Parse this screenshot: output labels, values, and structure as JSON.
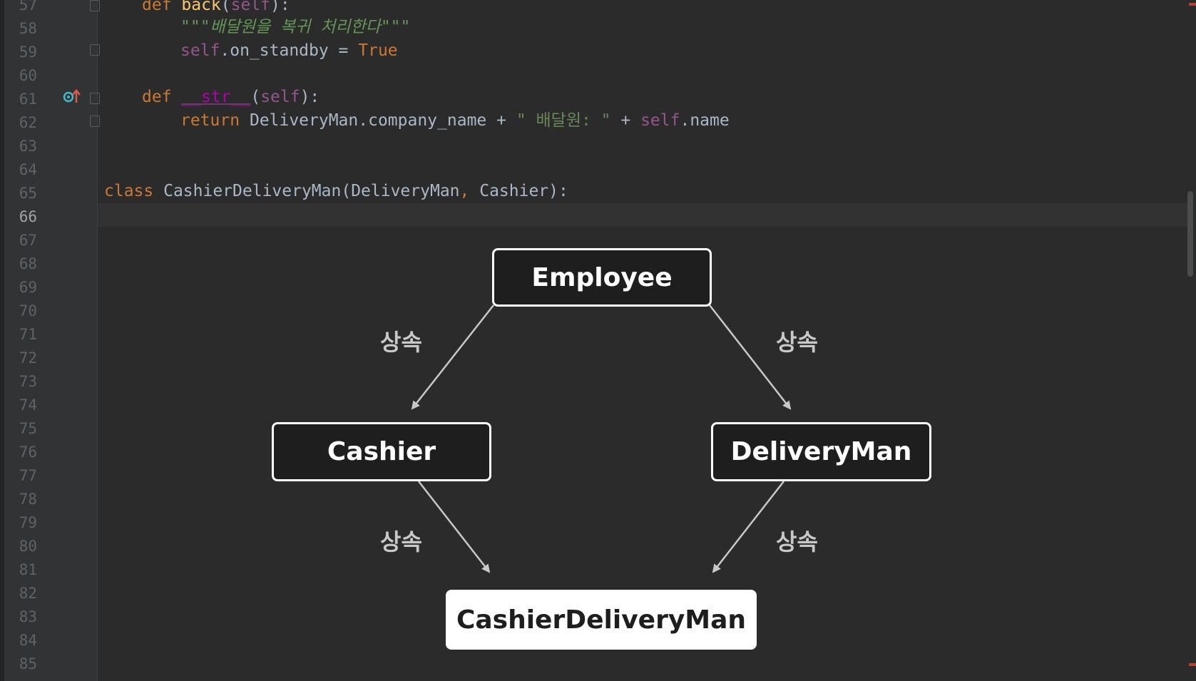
{
  "gutter": {
    "line_numbers": [
      "57",
      "58",
      "59",
      "60",
      "61",
      "62",
      "63",
      "64",
      "65",
      "66",
      "67",
      "68",
      "69",
      "70",
      "71",
      "72",
      "73",
      "74",
      "75",
      "76",
      "77",
      "78",
      "79",
      "80",
      "81",
      "82",
      "83",
      "84",
      "85"
    ],
    "current_line": "66"
  },
  "code": {
    "l57": {
      "kw": "def ",
      "fn": "back",
      "paren_open": "(",
      "self": "self",
      "paren_close": "):"
    },
    "l58": {
      "doc": "\"\"\"배달원을 복귀 처리한다\"\"\""
    },
    "l59": {
      "self": "self",
      "attr": ".on_standby = ",
      "kw": "True"
    },
    "l61": {
      "kw": "def ",
      "magic": "__str__",
      "paren_open": "(",
      "self": "self",
      "paren_close": "):"
    },
    "l62": {
      "kw": "return ",
      "expr1": "DeliveryMan.company_name + ",
      "str": "\" 배달원: \"",
      "plus": " + ",
      "self": "self",
      "attr": ".name"
    },
    "l65": {
      "kw": "class ",
      "name": "CashierDeliveryMan(DeliveryMan",
      "comma": ", ",
      "rest": "Cashier):"
    }
  },
  "diagram": {
    "nodes": {
      "employee": "Employee",
      "cashier": "Cashier",
      "deliveryman": "DeliveryMan",
      "cashierdeliveryman": "CashierDeliveryMan"
    },
    "edge_label": "상속"
  },
  "colors": {
    "background": "#2b2b2b",
    "keyword": "#cc7832",
    "self": "#94558d",
    "function": "#ffc66d",
    "string": "#6a8759",
    "docstring": "#629755",
    "text": "#a9b7c6"
  }
}
